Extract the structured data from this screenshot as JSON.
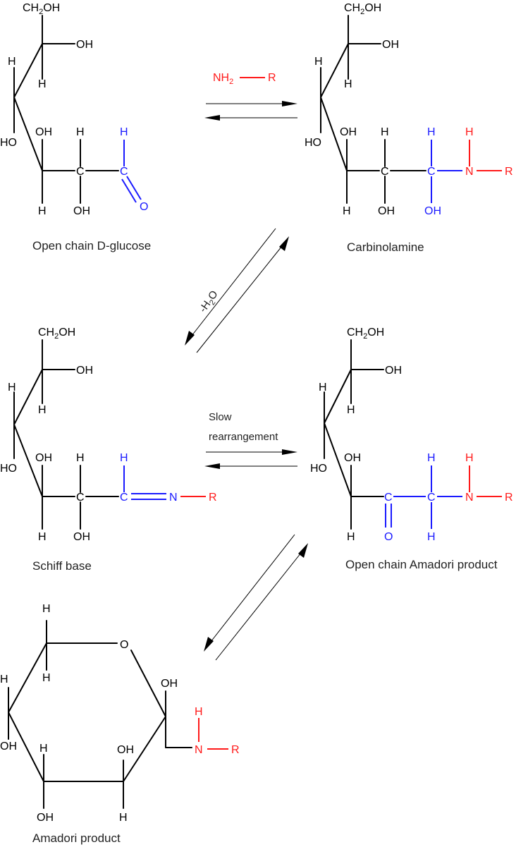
{
  "colors": {
    "bond": "#000000",
    "carbonyl_highlight": "#1a1aff",
    "amine_highlight": "#ff1a1a"
  },
  "atoms": {
    "ch2oh": "CH",
    "ch2oh_sub": "2",
    "ch2oh_end": "OH",
    "oh": "OH",
    "ho": "HO",
    "h": "H",
    "c": "C",
    "o": "O",
    "n": "N",
    "r": "R"
  },
  "reagent": {
    "nh": "NH",
    "sub": "2",
    "r": "R"
  },
  "water_loss": {
    "prefix": "-H",
    "sub": "2",
    "suffix": "O"
  },
  "rearrangement": {
    "line1": "Slow",
    "line2": "rearrangement"
  },
  "captions": {
    "glucose": "Open chain D-glucose",
    "carbinolamine": "Carbinolamine",
    "schiff": "Schiff base",
    "open_amadori": "Open chain Amadori product",
    "amadori": "Amadori product"
  }
}
